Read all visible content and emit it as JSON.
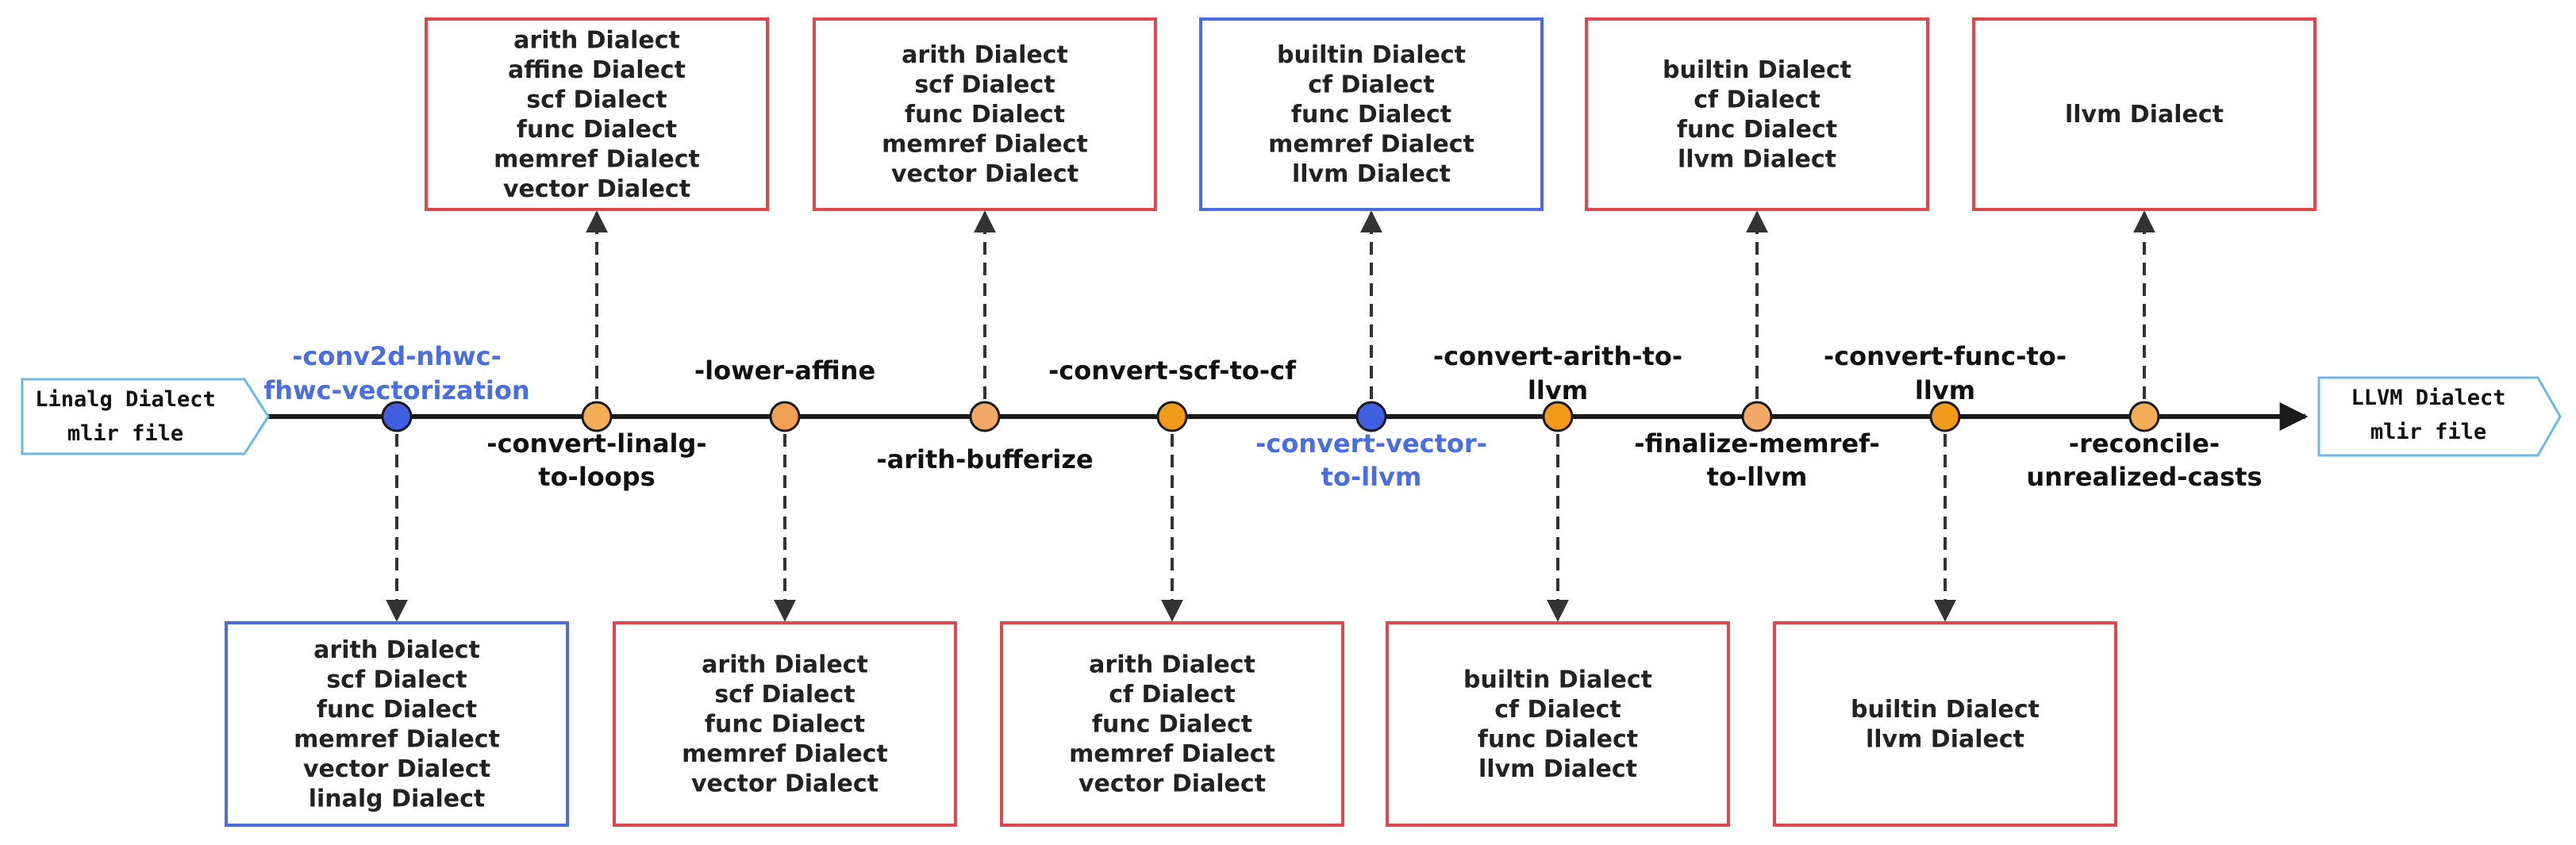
{
  "input": {
    "lines": [
      "Linalg Dialect",
      "mlir file"
    ]
  },
  "output": {
    "lines": [
      "LLVM Dialect",
      "mlir file"
    ]
  },
  "passes": [
    {
      "id": "p1",
      "label_lines": [
        "-conv2d-nhwc-",
        "fhwc-vectorization"
      ],
      "label_pos": "above",
      "highlight": true,
      "dot_color": "#3f5fe0",
      "box_pos": "below",
      "box_lines": [
        "arith Dialect",
        "scf Dialect",
        "func Dialect",
        "memref Dialect",
        "vector Dialect",
        "linalg Dialect"
      ]
    },
    {
      "id": "p2",
      "label_lines": [
        "-convert-linalg-",
        "to-loops"
      ],
      "label_pos": "below",
      "highlight": false,
      "dot_color": "#f5ad58",
      "box_pos": "above",
      "box_lines": [
        "arith Dialect",
        "affine Dialect",
        "scf Dialect",
        "func Dialect",
        "memref Dialect",
        "vector Dialect"
      ]
    },
    {
      "id": "p3",
      "label_lines": [
        "-lower-affine"
      ],
      "label_pos": "above",
      "highlight": false,
      "dot_color": "#f0a055",
      "box_pos": "below",
      "box_lines": [
        "arith Dialect",
        "scf Dialect",
        "func Dialect",
        "memref Dialect",
        "vector Dialect"
      ]
    },
    {
      "id": "p4",
      "label_lines": [
        "-arith-bufferize"
      ],
      "label_pos": "below",
      "highlight": false,
      "dot_color": "#f3a865",
      "box_pos": "above",
      "box_lines": [
        "arith Dialect",
        "scf Dialect",
        "func Dialect",
        "memref Dialect",
        "vector Dialect"
      ]
    },
    {
      "id": "p5",
      "label_lines": [
        "-convert-scf-to-cf"
      ],
      "label_pos": "above",
      "highlight": false,
      "dot_color": "#f39a1a",
      "box_pos": "below",
      "box_lines": [
        "arith Dialect",
        "cf Dialect",
        "func Dialect",
        "memref Dialect",
        "vector Dialect"
      ]
    },
    {
      "id": "p6",
      "label_lines": [
        "-convert-vector-",
        "to-llvm"
      ],
      "label_pos": "below",
      "highlight": true,
      "dot_color": "#3f5fe0",
      "box_pos": "above",
      "box_lines": [
        "builtin Dialect",
        "cf Dialect",
        "func Dialect",
        "memref Dialect",
        "llvm Dialect"
      ]
    },
    {
      "id": "p7",
      "label_lines": [
        "-convert-arith-to-",
        "llvm"
      ],
      "label_pos": "above",
      "highlight": false,
      "dot_color": "#f39a1a",
      "box_pos": "below",
      "box_lines": [
        "builtin Dialect",
        "cf Dialect",
        "func Dialect",
        "llvm Dialect"
      ]
    },
    {
      "id": "p8",
      "label_lines": [
        "-finalize-memref-",
        "to-llvm"
      ],
      "label_pos": "below",
      "highlight": false,
      "dot_color": "#f3a865",
      "box_pos": "above",
      "box_lines": [
        "builtin Dialect",
        "cf Dialect",
        "func Dialect",
        "llvm Dialect"
      ]
    },
    {
      "id": "p9",
      "label_lines": [
        "-convert-func-to-",
        "llvm"
      ],
      "label_pos": "above",
      "highlight": false,
      "dot_color": "#f39a1a",
      "box_pos": "below",
      "box_lines": [
        "builtin Dialect",
        "llvm Dialect"
      ]
    },
    {
      "id": "p10",
      "label_lines": [
        "-reconcile-",
        "unrealized-casts"
      ],
      "label_pos": "below",
      "highlight": false,
      "dot_color": "#f5ad58",
      "box_pos": "above",
      "box_lines": [
        "llvm Dialect"
      ]
    }
  ],
  "colors": {
    "box_red": "#e0474c",
    "box_blue": "#4a6ee0",
    "io_border": "#6cb7ea",
    "line": "#1a1a1a",
    "arrow": "#333333"
  }
}
